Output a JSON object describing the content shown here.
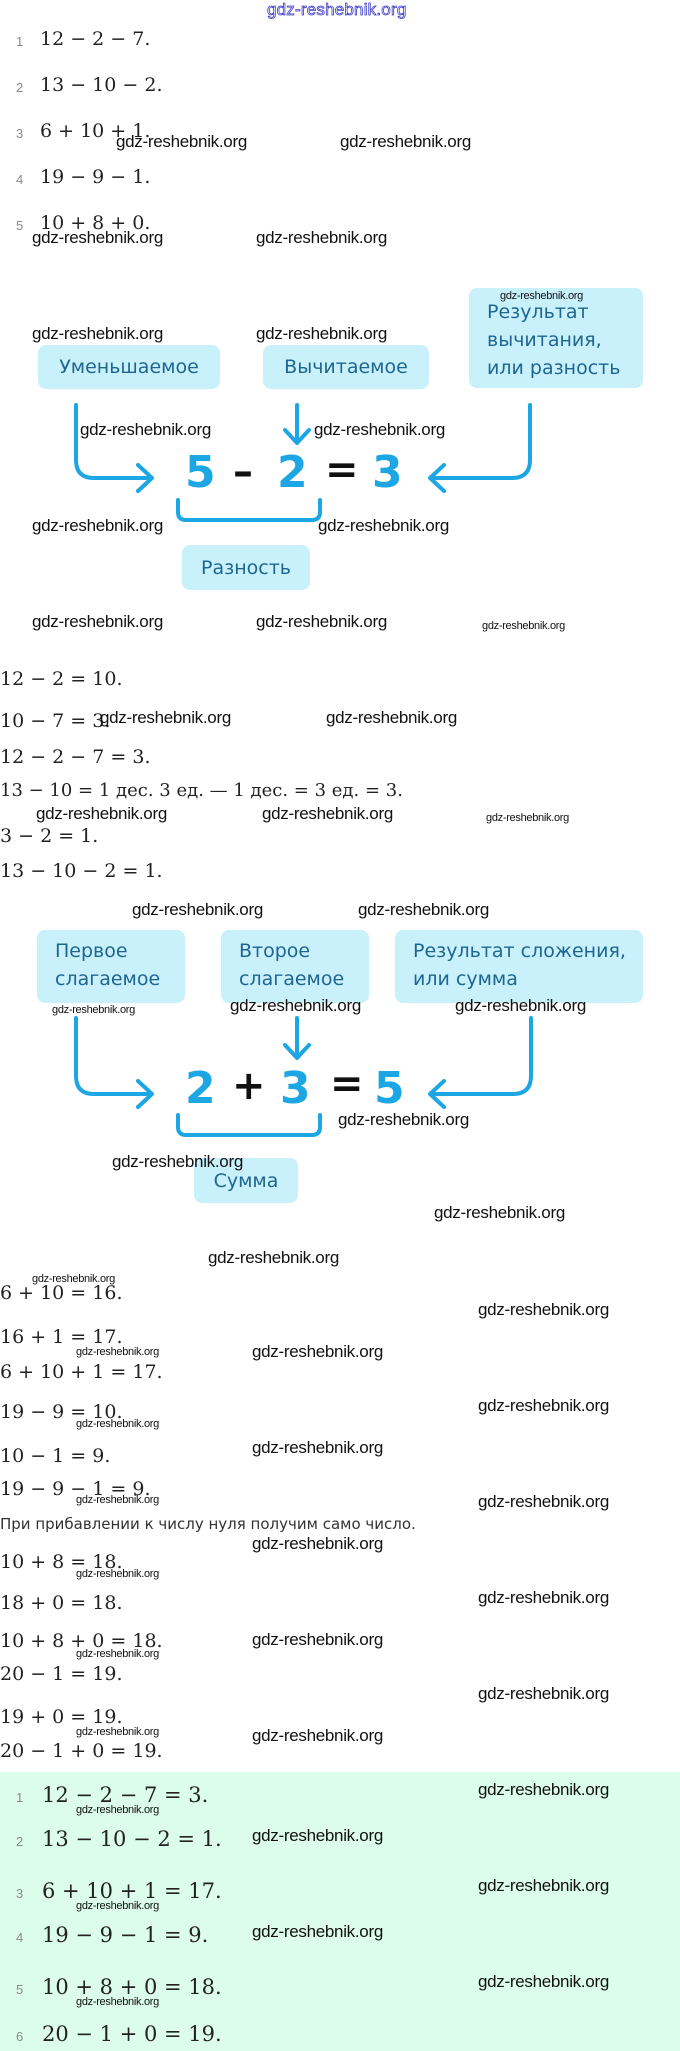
{
  "header": {
    "watermark": "gdz-reshebnik.org"
  },
  "task": {
    "items": [
      {
        "n": "1",
        "expr": "12 − 2 − 7."
      },
      {
        "n": "2",
        "expr": "13 − 10 − 2."
      },
      {
        "n": "3",
        "expr": "6 + 10 + 1."
      },
      {
        "n": "4",
        "expr": "19 − 9 − 1."
      },
      {
        "n": "5",
        "expr": "10 + 8 + 0."
      }
    ]
  },
  "subtraction_diagram": {
    "minuend_label": "Уменьшаемое",
    "subtrahend_label": "Вычитаемое",
    "result_label_lines": [
      "Результат",
      "вычитания,",
      "или разность"
    ],
    "difference_label": "Разность",
    "a": "5",
    "op": "–",
    "b": "2",
    "eq": "=",
    "c": "3"
  },
  "solution_part1": [
    "12 − 2 = 10.",
    "10 − 7 = 3.",
    "12 − 2 − 7 = 3.",
    "13 − 10 = 1 дес. 3 ед. — 1 дес. = 3 ед. = 3.",
    "3 − 2 = 1.",
    "13 − 10 − 2 = 1."
  ],
  "addition_diagram": {
    "first_label_lines": [
      "Первое",
      "слагаемое"
    ],
    "second_label_lines": [
      "Второе",
      "слагаемое"
    ],
    "result_label_lines": [
      "Результат сложения,",
      "или сумма"
    ],
    "sum_label": "Сумма",
    "a": "2",
    "op": "+",
    "b": "3",
    "eq": "=",
    "c": "5"
  },
  "solution_part2": {
    "lines_a": [
      "6 + 10 = 16.",
      "16 + 1 = 17.",
      "6 + 10 + 1 = 17.",
      "19 − 9 = 10.",
      "10 − 1 = 9.",
      "19 − 9 − 1 = 9."
    ],
    "rule": "При прибавлении к числу нуля получим само число.",
    "lines_b": [
      "10 + 8 = 18.",
      "18 + 0 = 18.",
      "10 + 8 + 0 = 18.",
      "20 − 1 = 19.",
      "19 + 0 = 19.",
      "20 − 1 + 0 = 19."
    ]
  },
  "answer": {
    "items": [
      {
        "n": "1",
        "expr": "12 − 2 − 7 = 3."
      },
      {
        "n": "2",
        "expr": "13 − 10 − 2 = 1."
      },
      {
        "n": "3",
        "expr": "6 + 10 + 1 = 17."
      },
      {
        "n": "4",
        "expr": "19 − 9 − 1 = 9."
      },
      {
        "n": "5",
        "expr": "10 + 8 + 0 = 18."
      },
      {
        "n": "6",
        "expr": "20 − 1 + 0 = 19."
      }
    ]
  },
  "colors": {
    "accent_blue": "#1da6e4",
    "box_bg": "#c9f1fc",
    "box_text": "#1e6691",
    "answer_bg": "#dcfcec"
  }
}
